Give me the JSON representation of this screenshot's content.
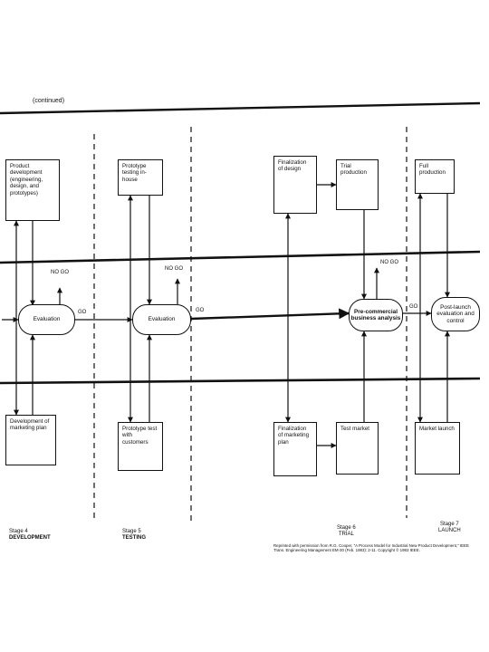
{
  "header": {
    "continued": "(continued)"
  },
  "boxes": {
    "product_dev": "Product development (engineering, design, and prototypes)",
    "prototype_testing": "Prototype testing in-house",
    "finalization_design": "Finalization of design",
    "trial_production": "Trial production",
    "full_production": "Full production",
    "dev_marketing_plan": "Development of marketing plan",
    "prototype_test_customers": "Prototype test with customers",
    "finalization_marketing": "Finalization of marketing plan",
    "test_market": "Test market",
    "market_launch": "Market launch"
  },
  "decisions": {
    "evaluation_1": "Evaluation",
    "evaluation_2": "Evaluation",
    "precommercial": "Pre-commercial business analysis",
    "postlaunch": "Post-launch evaluation and control"
  },
  "labels": {
    "go": "GO",
    "nogo": "NO GO"
  },
  "stages": [
    {
      "stage": "Stage 4",
      "name": "DEVELOPMENT"
    },
    {
      "stage": "Stage 5",
      "name": "TESTING"
    },
    {
      "stage": "Stage 6",
      "name": "TRIAL"
    },
    {
      "stage": "Stage 7",
      "name": "LAUNCH"
    }
  ],
  "credit": "Reprinted with permission from R.G. Cooper, \"A Process Model for Industrial New Product Development,\" IEEE Trans. Engineering Management EM-30 (Feb. 1983): 2-11. Copyright © 1983 IEEE."
}
